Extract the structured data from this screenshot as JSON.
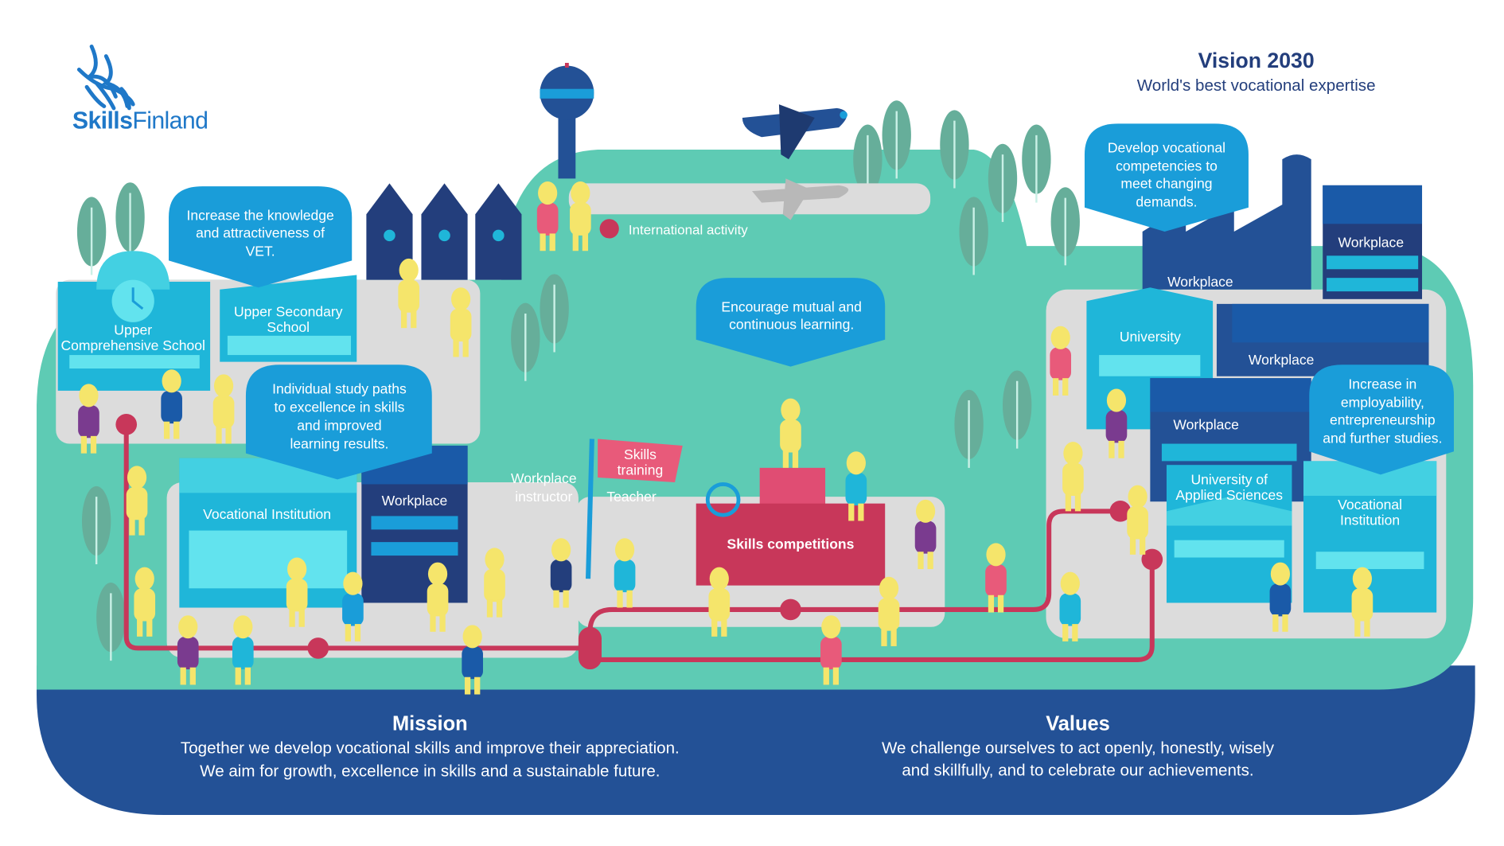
{
  "logo": {
    "text_bold": "Skills",
    "text_regular": "Finland"
  },
  "vision": {
    "title": "Vision 2030",
    "subtitle": "World's best vocational expertise"
  },
  "bubbles": {
    "vet": [
      "Increase the knowledge",
      "and attractiveness of",
      "VET."
    ],
    "study_paths": [
      "Individual study paths",
      "to excellence in skills",
      "and improved",
      "learning results."
    ],
    "learning": [
      "Encourage mutual and",
      "continuous learning."
    ],
    "competencies": [
      "Develop vocational",
      "competencies to",
      "meet changing",
      "demands."
    ],
    "employability": [
      "Increase in",
      "employability,",
      "entrepreneurship",
      "and further studies."
    ]
  },
  "places": {
    "comprehensive": [
      "Upper",
      "Comprehensive School"
    ],
    "secondary": [
      "Upper Secondary",
      "School"
    ],
    "vocational_left": "Vocational Institution",
    "workplace_left": "Workplace",
    "international": "International activity",
    "workplace_instructor": [
      "Workplace",
      "instructor"
    ],
    "teacher": "Teacher",
    "skills_training": [
      "Skills",
      "training"
    ],
    "skills_competitions": "Skills competitions",
    "workplace_factory": "Workplace",
    "workplace_tall": "Workplace",
    "university": "University",
    "workplace_mid": "Workplace",
    "workplace_low": "Workplace",
    "uas": [
      "University of",
      "Applied Sciences"
    ],
    "vocational_right": [
      "Vocational",
      "Institution"
    ]
  },
  "mission": {
    "title": "Mission",
    "lines": [
      "Together we develop vocational skills and improve their appreciation.",
      "We aim for growth, excellence in skills and a sustainable future."
    ]
  },
  "values": {
    "title": "Values",
    "lines": [
      "We challenge ourselves to act openly, honestly, wisely",
      "and skillfully, and to celebrate our achievements."
    ]
  },
  "colors": {
    "green": "#5ecbb4",
    "navy_base": "#235196",
    "bubble": "#1a9dd9",
    "path_red": "#c8375a",
    "building": "#1fb6d9",
    "dark_building": "#233e7c"
  }
}
